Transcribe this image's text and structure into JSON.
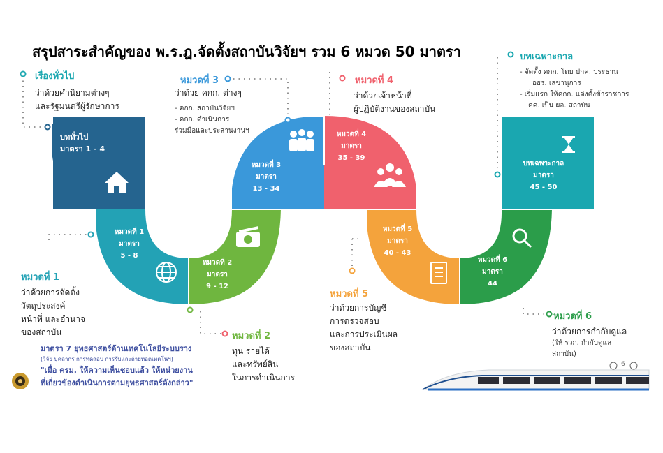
{
  "title": "สรุปสาระสำคัญของ พ.ร.ฎ.จัดตั้งสถาบันวิจัยฯ รวม 6 หมวด 50 มาตรา",
  "colors": {
    "general": "#25648f",
    "ch1": "#23a2b5",
    "ch2": "#6fb63f",
    "ch3": "#3a98da",
    "ch4": "#f0616d",
    "ch5": "#f4a33c",
    "ch6": "#2b9d4a",
    "transitional": "#1aa7b0",
    "note": "#3e4fa0"
  },
  "segments": {
    "general": {
      "line1": "บททั่วไป",
      "line2": "มาตรา 1 - 4",
      "icon": "house-icon"
    },
    "ch1": {
      "line1": "หมวดที่ 1",
      "line2": "มาตรา",
      "line3": "5 - 8",
      "icon": "globe-icon"
    },
    "ch2": {
      "line1": "หมวดที่ 2",
      "line2": "มาตรา",
      "line3": "9 - 12",
      "icon": "money-icon"
    },
    "ch3": {
      "line1": "หมวดที่ 3",
      "line2": "มาตรา",
      "line3": "13 - 34",
      "icon": "people-icon"
    },
    "ch4": {
      "line1": "หมวดที่ 4",
      "line2": "มาตรา",
      "line3": "35 - 39",
      "icon": "group-icon"
    },
    "ch5": {
      "line1": "หมวดที่ 5",
      "line2": "มาตรา",
      "line3": "40 - 43",
      "icon": "document-icon"
    },
    "ch6": {
      "line1": "หมวดที่ 6",
      "line2": "มาตรา",
      "line3": "44",
      "icon": "magnifier-icon"
    },
    "transitional": {
      "line1": "บทเฉพาะกาล",
      "line2": "มาตรา",
      "line3": "45 - 50",
      "icon": "hourglass-icon"
    }
  },
  "captions": {
    "general": {
      "heading": "เรื่องทั่วไป",
      "lines": [
        "ว่าด้วยคำนิยามต่างๆ",
        "และรัฐมนตรีผู้รักษาการ"
      ]
    },
    "ch1": {
      "heading": "หมวดที่ 1",
      "lines": [
        "ว่าด้วยการจัดตั้ง",
        "วัตถุประสงค์",
        "หน้าที่ และอำนาจ",
        "ของสถาบัน"
      ]
    },
    "ch2": {
      "heading": "หมวดที่ 2",
      "lines": [
        "ทุน รายได้",
        "และทรัพย์สิน",
        "ในการดำเนินการ"
      ]
    },
    "ch3": {
      "heading": "หมวดที่ 3",
      "lines": [
        "ว่าด้วย คกก. ต่างๆ"
      ],
      "small": [
        "- คกก. สถาบันวิจัยฯ",
        "- คกก. ดำเนินการ",
        "ร่วมมือและประสานงานฯ"
      ]
    },
    "ch4": {
      "heading": "หมวดที่ 4",
      "lines": [
        "ว่าด้วยเจ้าหน้าที่",
        "ผู้ปฏิบัติงานของสถาบัน"
      ]
    },
    "ch5": {
      "heading": "หมวดที่ 5",
      "lines": [
        "ว่าด้วยการบัญชี",
        "การตรวจสอบ",
        "และการประเมินผล",
        "ของสถาบัน"
      ]
    },
    "ch6": {
      "heading": "หมวดที่ 6",
      "lines": [
        "ว่าด้วยการกำกับดูแล"
      ],
      "small": [
        "(ให้ รวก. กำกับดูแล",
        "สถาบัน)"
      ]
    },
    "transitional": {
      "heading": "บทเฉพาะกาล",
      "small": [
        "- จัดตั้ง คกก. โดย ปกค. ประธาน",
        "อธร. เลขานุการ",
        "- เริ่มแรก ให้คกก. แต่งตั้งข้าราชการ",
        "คค. เป็น ผอ. สถาบัน"
      ]
    }
  },
  "note": {
    "line1": "มาตรา 7 ยุทธศาสตร์ด้านเทคโนโลยีระบบราง",
    "line2": "(วิจัย บุคลากร การทดสอบ การรับและถ่ายทอดเทคโนฯ)",
    "line3": "\"เมื่อ ครม. ให้ความเห็นชอบแล้ว ให้หน่วยงาน",
    "line4": "ที่เกี่ยวข้องดำเนินการตามยุทธศาสตร์ดังกล่าว\""
  },
  "footer": {
    "page_number": "6"
  }
}
